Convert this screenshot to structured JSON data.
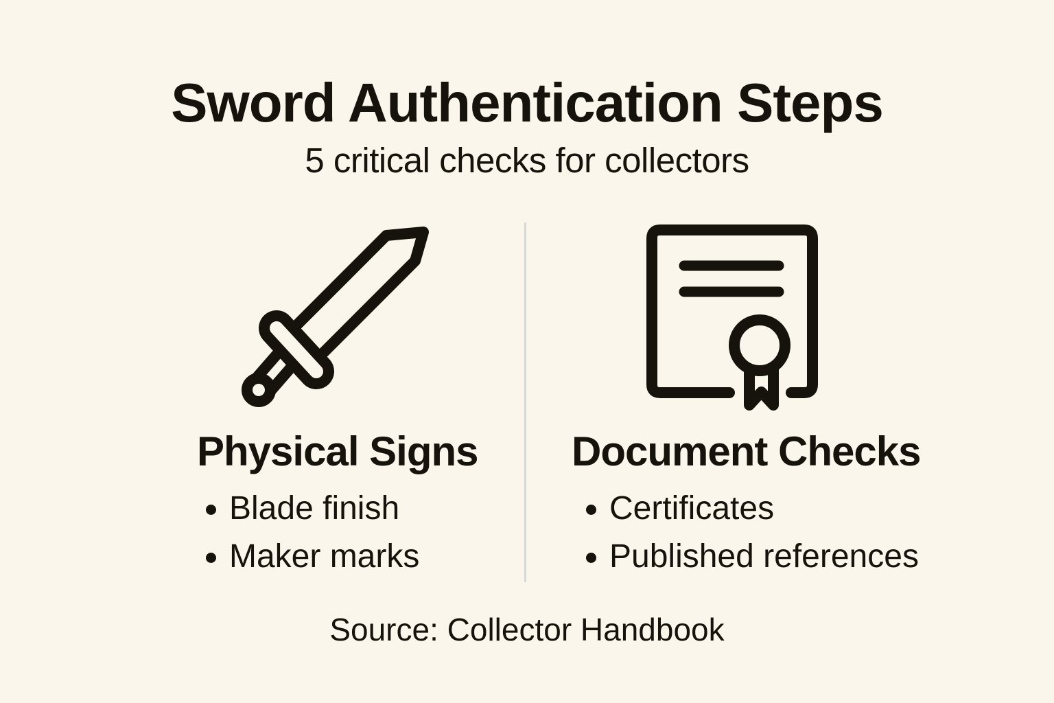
{
  "page": {
    "title": "Sword Authentication Steps",
    "subtitle": "5 critical checks for collectors",
    "source": "Source: Collector Handbook",
    "colors": {
      "background": "#faf6ec",
      "text": "#16130d",
      "divider": "#dbd9d4"
    }
  },
  "columns": [
    {
      "icon": "sword-icon",
      "heading": "Physical Signs",
      "bullets": [
        "Blade finish",
        "Maker marks"
      ]
    },
    {
      "icon": "certificate-icon",
      "heading": "Document Checks",
      "bullets": [
        "Certificates",
        "Published references"
      ]
    }
  ]
}
